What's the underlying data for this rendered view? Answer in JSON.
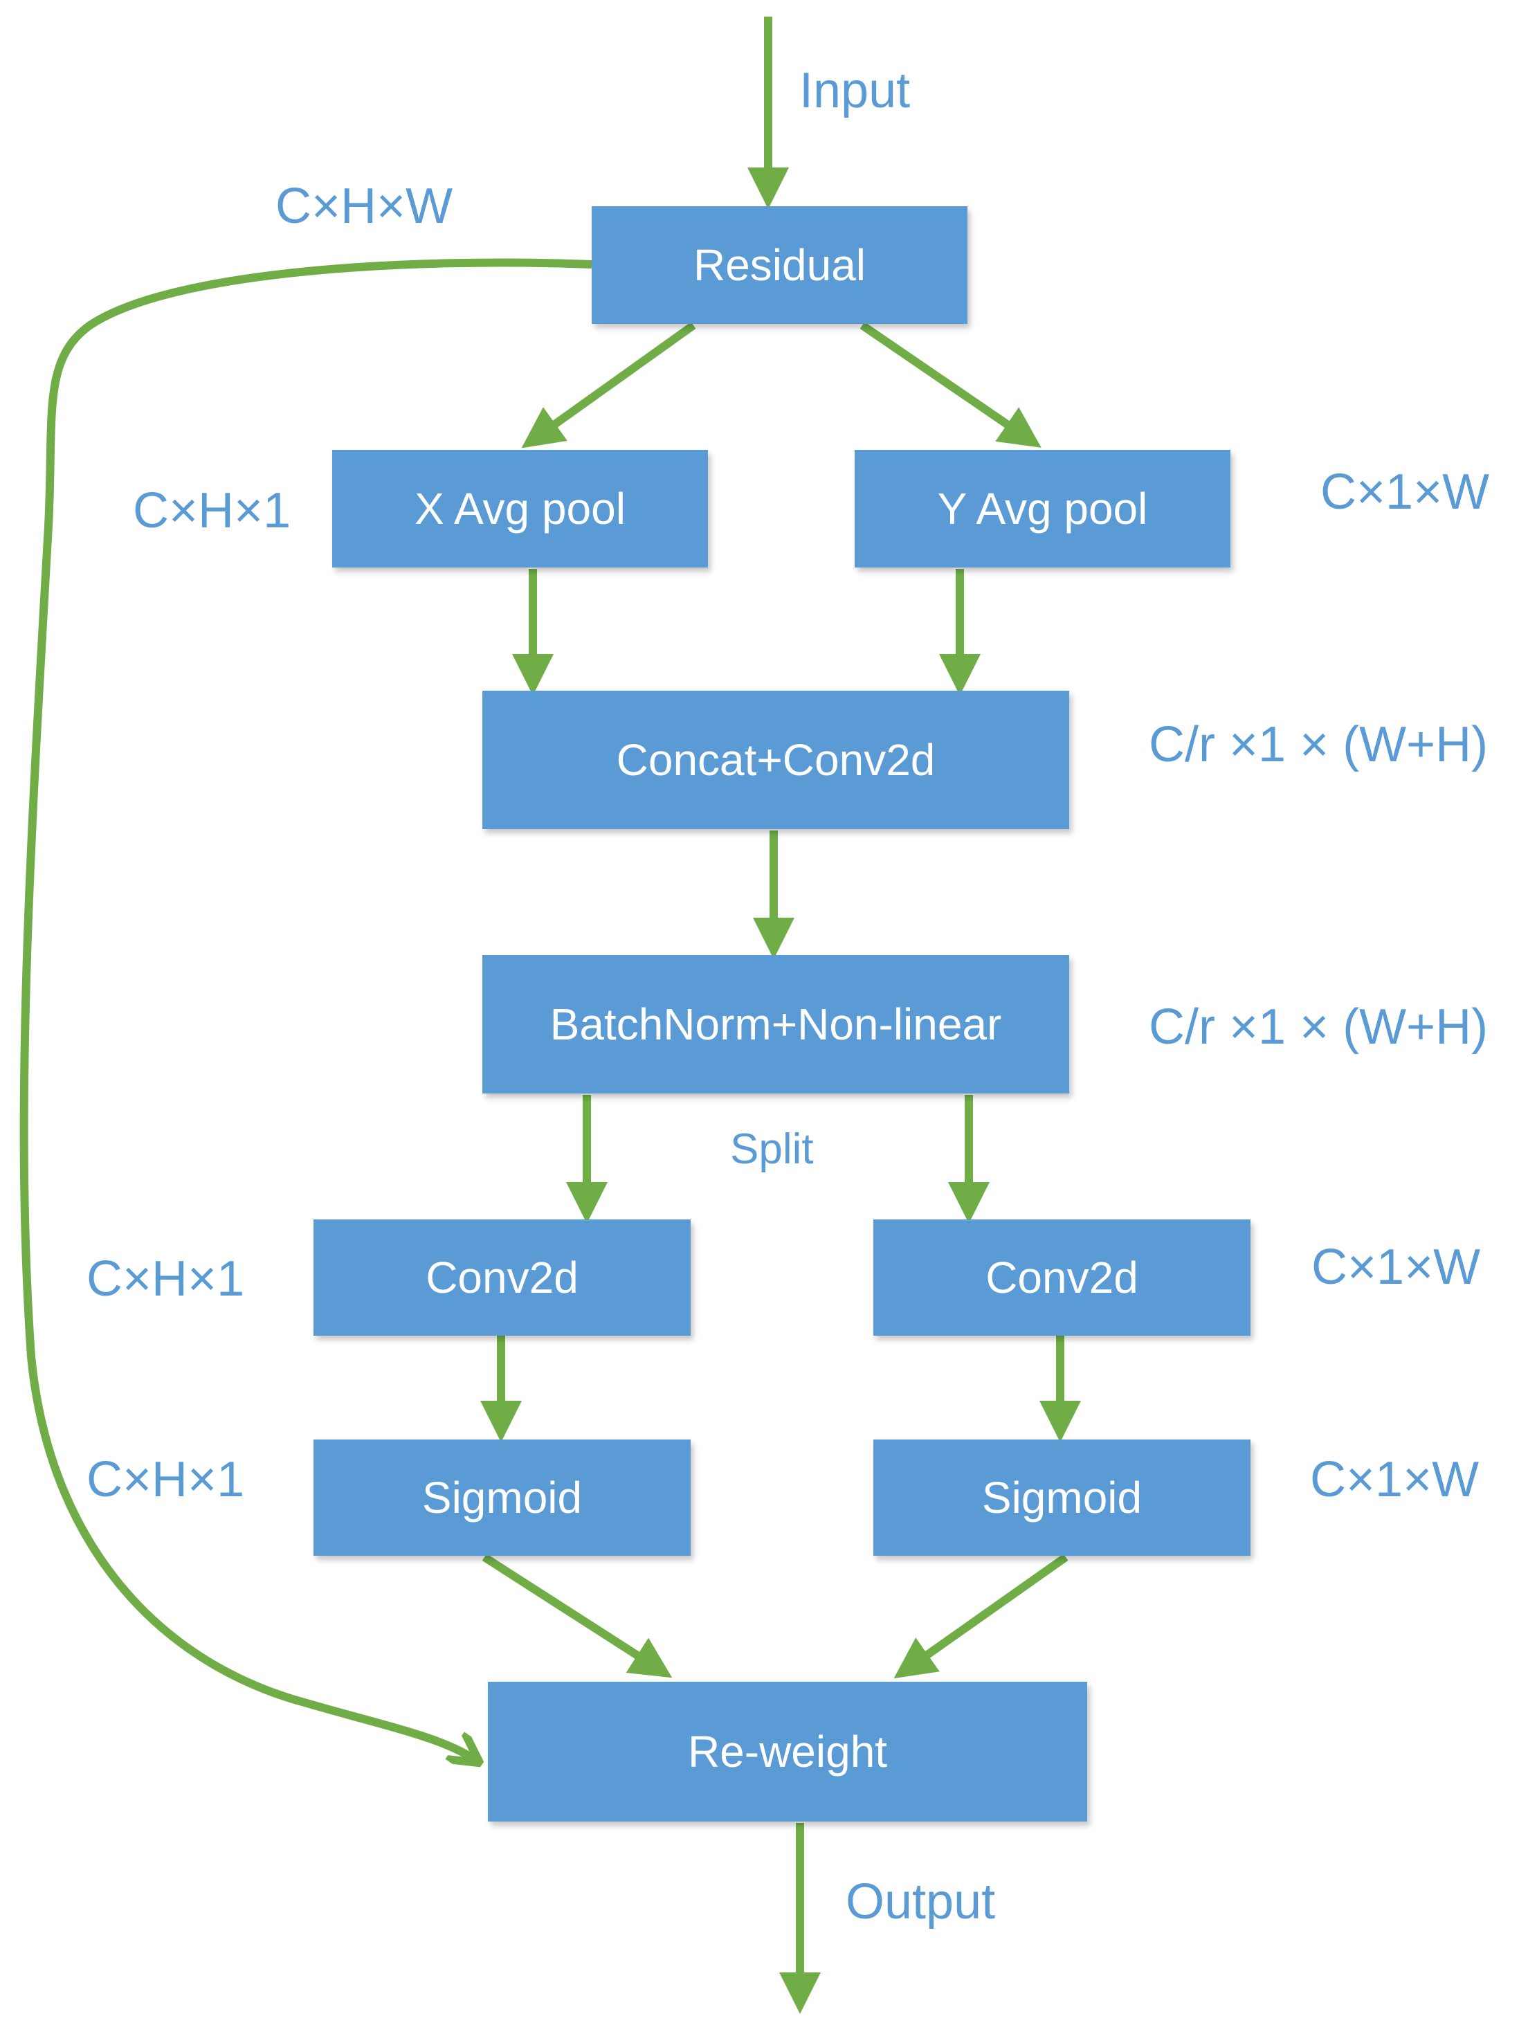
{
  "colors": {
    "box_fill": "#5b9bd5",
    "box_text": "#ffffff",
    "label_text": "#5b9bd5",
    "arrow": "#70ad47"
  },
  "nodes": {
    "residual": "Residual",
    "x_avg_pool": "X Avg pool",
    "y_avg_pool": "Y Avg pool",
    "concat_conv2d": "Concat+Conv2d",
    "batchnorm_nonlinear": "BatchNorm+Non-linear",
    "conv2d_left": "Conv2d",
    "conv2d_right": "Conv2d",
    "sigmoid_left": "Sigmoid",
    "sigmoid_right": "Sigmoid",
    "reweight": "Re-weight"
  },
  "labels": {
    "input": "Input",
    "output": "Output",
    "split": "Split",
    "residual_dim": "C×H×W",
    "x_pool_dim": "C×H×1",
    "y_pool_dim": "C×1×W",
    "concat_dim": "C/r ×1 × (W+H)",
    "batchnorm_dim": "C/r ×1 × (W+H)",
    "conv_left_dim": "C×H×1",
    "conv_right_dim": "C×1×W",
    "sigmoid_left_dim": "C×H×1",
    "sigmoid_right_dim": "C×1×W"
  }
}
